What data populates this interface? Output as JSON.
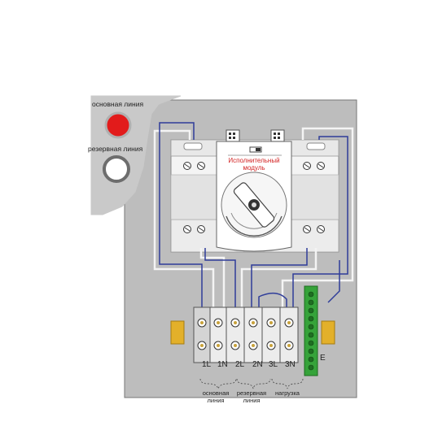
{
  "indicators": {
    "main_line_label": "основная линия",
    "reserve_line_label": "резервная линия",
    "main_color": "#e21b1b",
    "reserve_color": "#ffffff"
  },
  "module": {
    "label_line1": "Исполнительный",
    "label_line2": "модуль",
    "label_color": "#d21f1f"
  },
  "terminals": {
    "labels": [
      "1L",
      "1N",
      "2L",
      "2N",
      "3L",
      "3N"
    ],
    "ground_label": "E"
  },
  "groups": {
    "main_line_line1": "основная",
    "main_line_line2": "линия",
    "reserve_line_line1": "резервная",
    "reserve_line_line2": "линия",
    "load": "нагрузка"
  },
  "colors": {
    "panel": "#bdbdbd",
    "wire_blue": "#2f3d9a",
    "wire_white": "#f4f4f4",
    "din_rail": "#e3b02a",
    "ground_bar": "#36a33a"
  }
}
